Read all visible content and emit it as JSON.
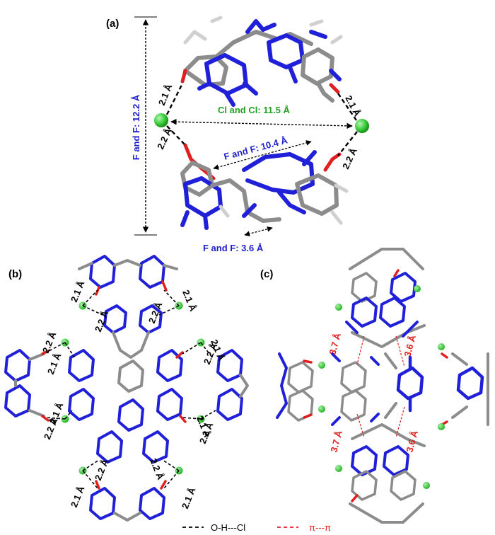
{
  "panels": {
    "a": "(a)",
    "b": "(b)",
    "c": "(c)"
  },
  "panel_a": {
    "f_f_vertical": "F and F: 12.2 Å",
    "cl_cl": "Cl and Cl: 11.5 Å",
    "f_f_mid": "F and F: 10.4 Å",
    "f_f_bottom": "F and F: 3.6 Å",
    "d_tl": "2.1 Å",
    "d_bl": "2.2 Å",
    "d_tr": "2.1 Å",
    "d_br": "2.2 Å"
  },
  "panel_b": {
    "d1": "2.1 Å",
    "d2": "2.1 Å",
    "d3": "2.2 Å",
    "d4": "2.2 Å",
    "d5": "2.2 Å",
    "d6": "2.1 Å",
    "d7": "2.1 Å",
    "d8": "2.2 Å",
    "d9": "2.1 Å",
    "d10": "2.2 Å",
    "d11": "2.1 Å",
    "d12": "2.2 Å",
    "d13": "2.2 Å",
    "d14": "2.2 Å",
    "d15": "2.1 Å",
    "d16": "2.1 Å"
  },
  "panel_c": {
    "p1": "3.7 Å",
    "p2": "3.6 Å",
    "p3": "3.7 Å",
    "p4": "3.6 Å"
  },
  "legend": {
    "hbond": "O-H---Cl",
    "pipi": "π---π"
  },
  "colors": {
    "carbon": "#8c8c8c",
    "fluorine": "#2020d8",
    "oxygen": "#e02020",
    "chloride": "#3ccf3c"
  }
}
